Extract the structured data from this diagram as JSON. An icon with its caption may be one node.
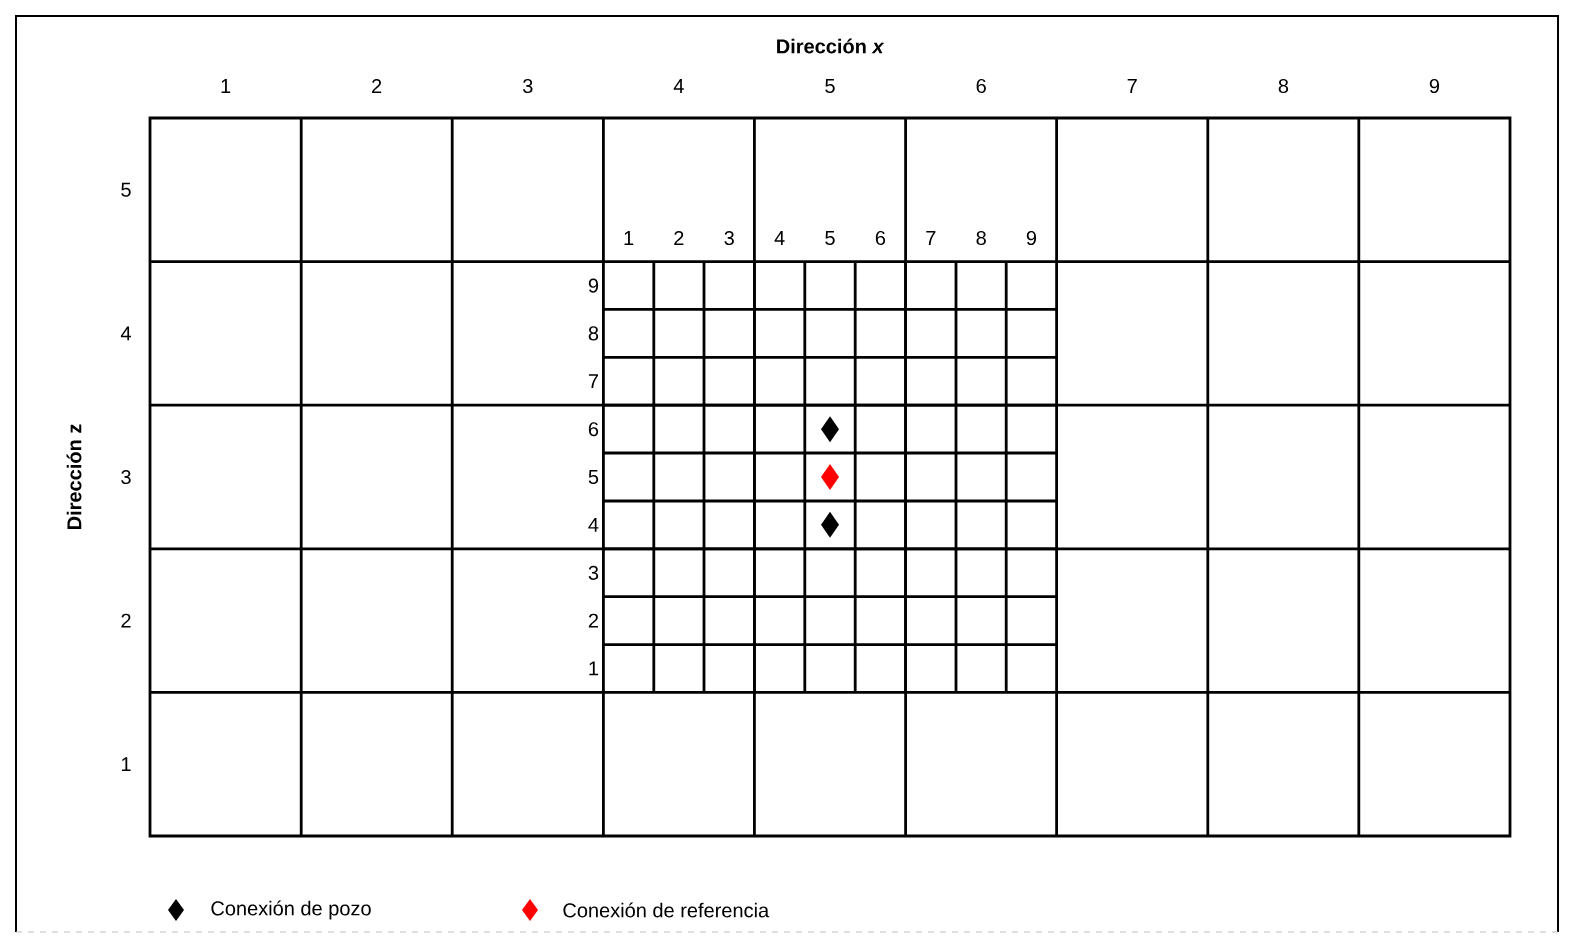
{
  "diagram": {
    "labels": [
      "Dirección *x*",
      "1",
      "2",
      "3",
      "4",
      "5",
      "6",
      "7",
      "8",
      "9",
      "5",
      "4",
      "3",
      "2",
      "1",
      "1",
      "2",
      "3",
      "4",
      "5",
      "6",
      "7",
      "8",
      "9",
      "9",
      "8",
      "7",
      "6",
      "5",
      "4",
      "3",
      "2",
      "1",
      "Dirección z"
    ],
    "legend": [
      {
        "text": "Conexión de pozo"
      },
      {
        "text": "Conexión de referencia"
      }
    ]
  }
}
